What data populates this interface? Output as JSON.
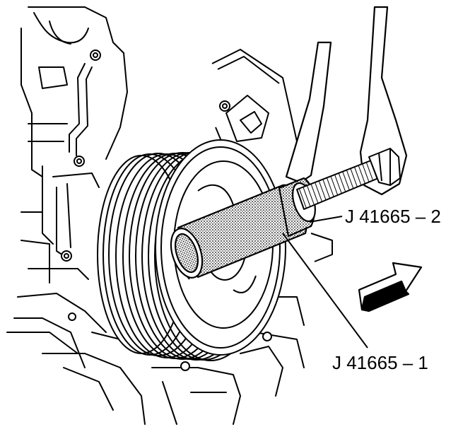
{
  "labels": {
    "tool_2": "J 41665 – 2",
    "tool_1": "J 41665 – 1"
  },
  "arrow": {
    "meaning": "front-of-engine direction indicator"
  },
  "colors": {
    "ink": "#000000",
    "paper": "#ffffff",
    "tool_shading": "#c9c9c9"
  }
}
